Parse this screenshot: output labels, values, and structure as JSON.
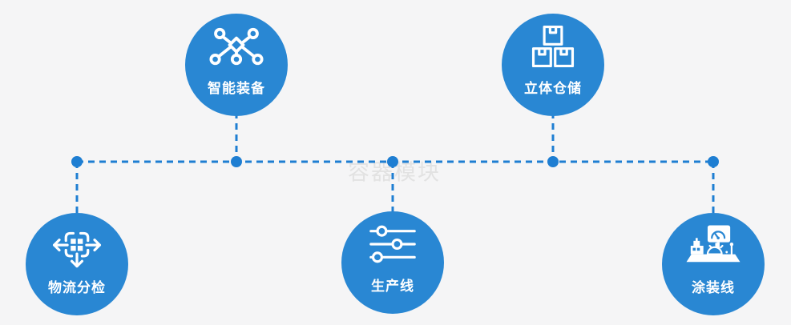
{
  "app": {
    "type": "process-flow-diagram"
  },
  "colors": {
    "background": "#f5f5f6",
    "node_fill": "#2987d3",
    "connector": "#1e7ed2",
    "label_text": "#ffffff",
    "watermark_text": "#e2e2e2"
  },
  "watermark": {
    "text": "容器模块"
  },
  "nodes": [
    {
      "label": "智能装备",
      "icon": "molecule-network-icon",
      "position": "top-left"
    },
    {
      "label": "立体仓储",
      "icon": "stacked-boxes-icon",
      "position": "top-right"
    },
    {
      "label": "物流分检",
      "icon": "move-arrows-grid-icon",
      "position": "bottom-left"
    },
    {
      "label": "生产线",
      "icon": "sliders-icon",
      "position": "bottom-center"
    },
    {
      "label": "涂装线",
      "icon": "paint-station-icon",
      "position": "bottom-right"
    }
  ]
}
